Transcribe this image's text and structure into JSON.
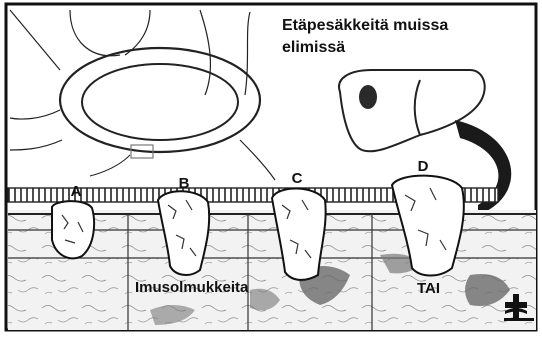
{
  "title": {
    "line1": "Etäpesäkkeitä muissa",
    "line2": "elimissä"
  },
  "stages": {
    "a": "A",
    "b": "B",
    "c": "C",
    "d": "D"
  },
  "bottom_labels": {
    "lymph": "Imusolmukkeita",
    "or": "TAI"
  },
  "icons": {
    "logo": "cross-logo-icon",
    "arrow": "curved-arrow-icon"
  },
  "colors": {
    "frame": "#111111",
    "tissue_dark": "#444444",
    "stain": "#5a5a5a",
    "arrow": "#1a1a1a"
  }
}
